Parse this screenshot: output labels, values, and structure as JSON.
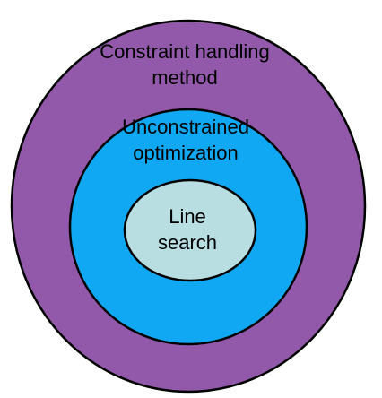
{
  "diagram": {
    "outer": {
      "lines": [
        "Constraint handling",
        "method"
      ],
      "fill": "#9259AB"
    },
    "middle": {
      "lines": [
        "Unconstrained",
        "optimization"
      ],
      "fill": "#10A8F2"
    },
    "inner": {
      "lines": [
        "Line",
        "search"
      ],
      "fill": "#B9DEE2"
    },
    "stroke": "#000000"
  }
}
